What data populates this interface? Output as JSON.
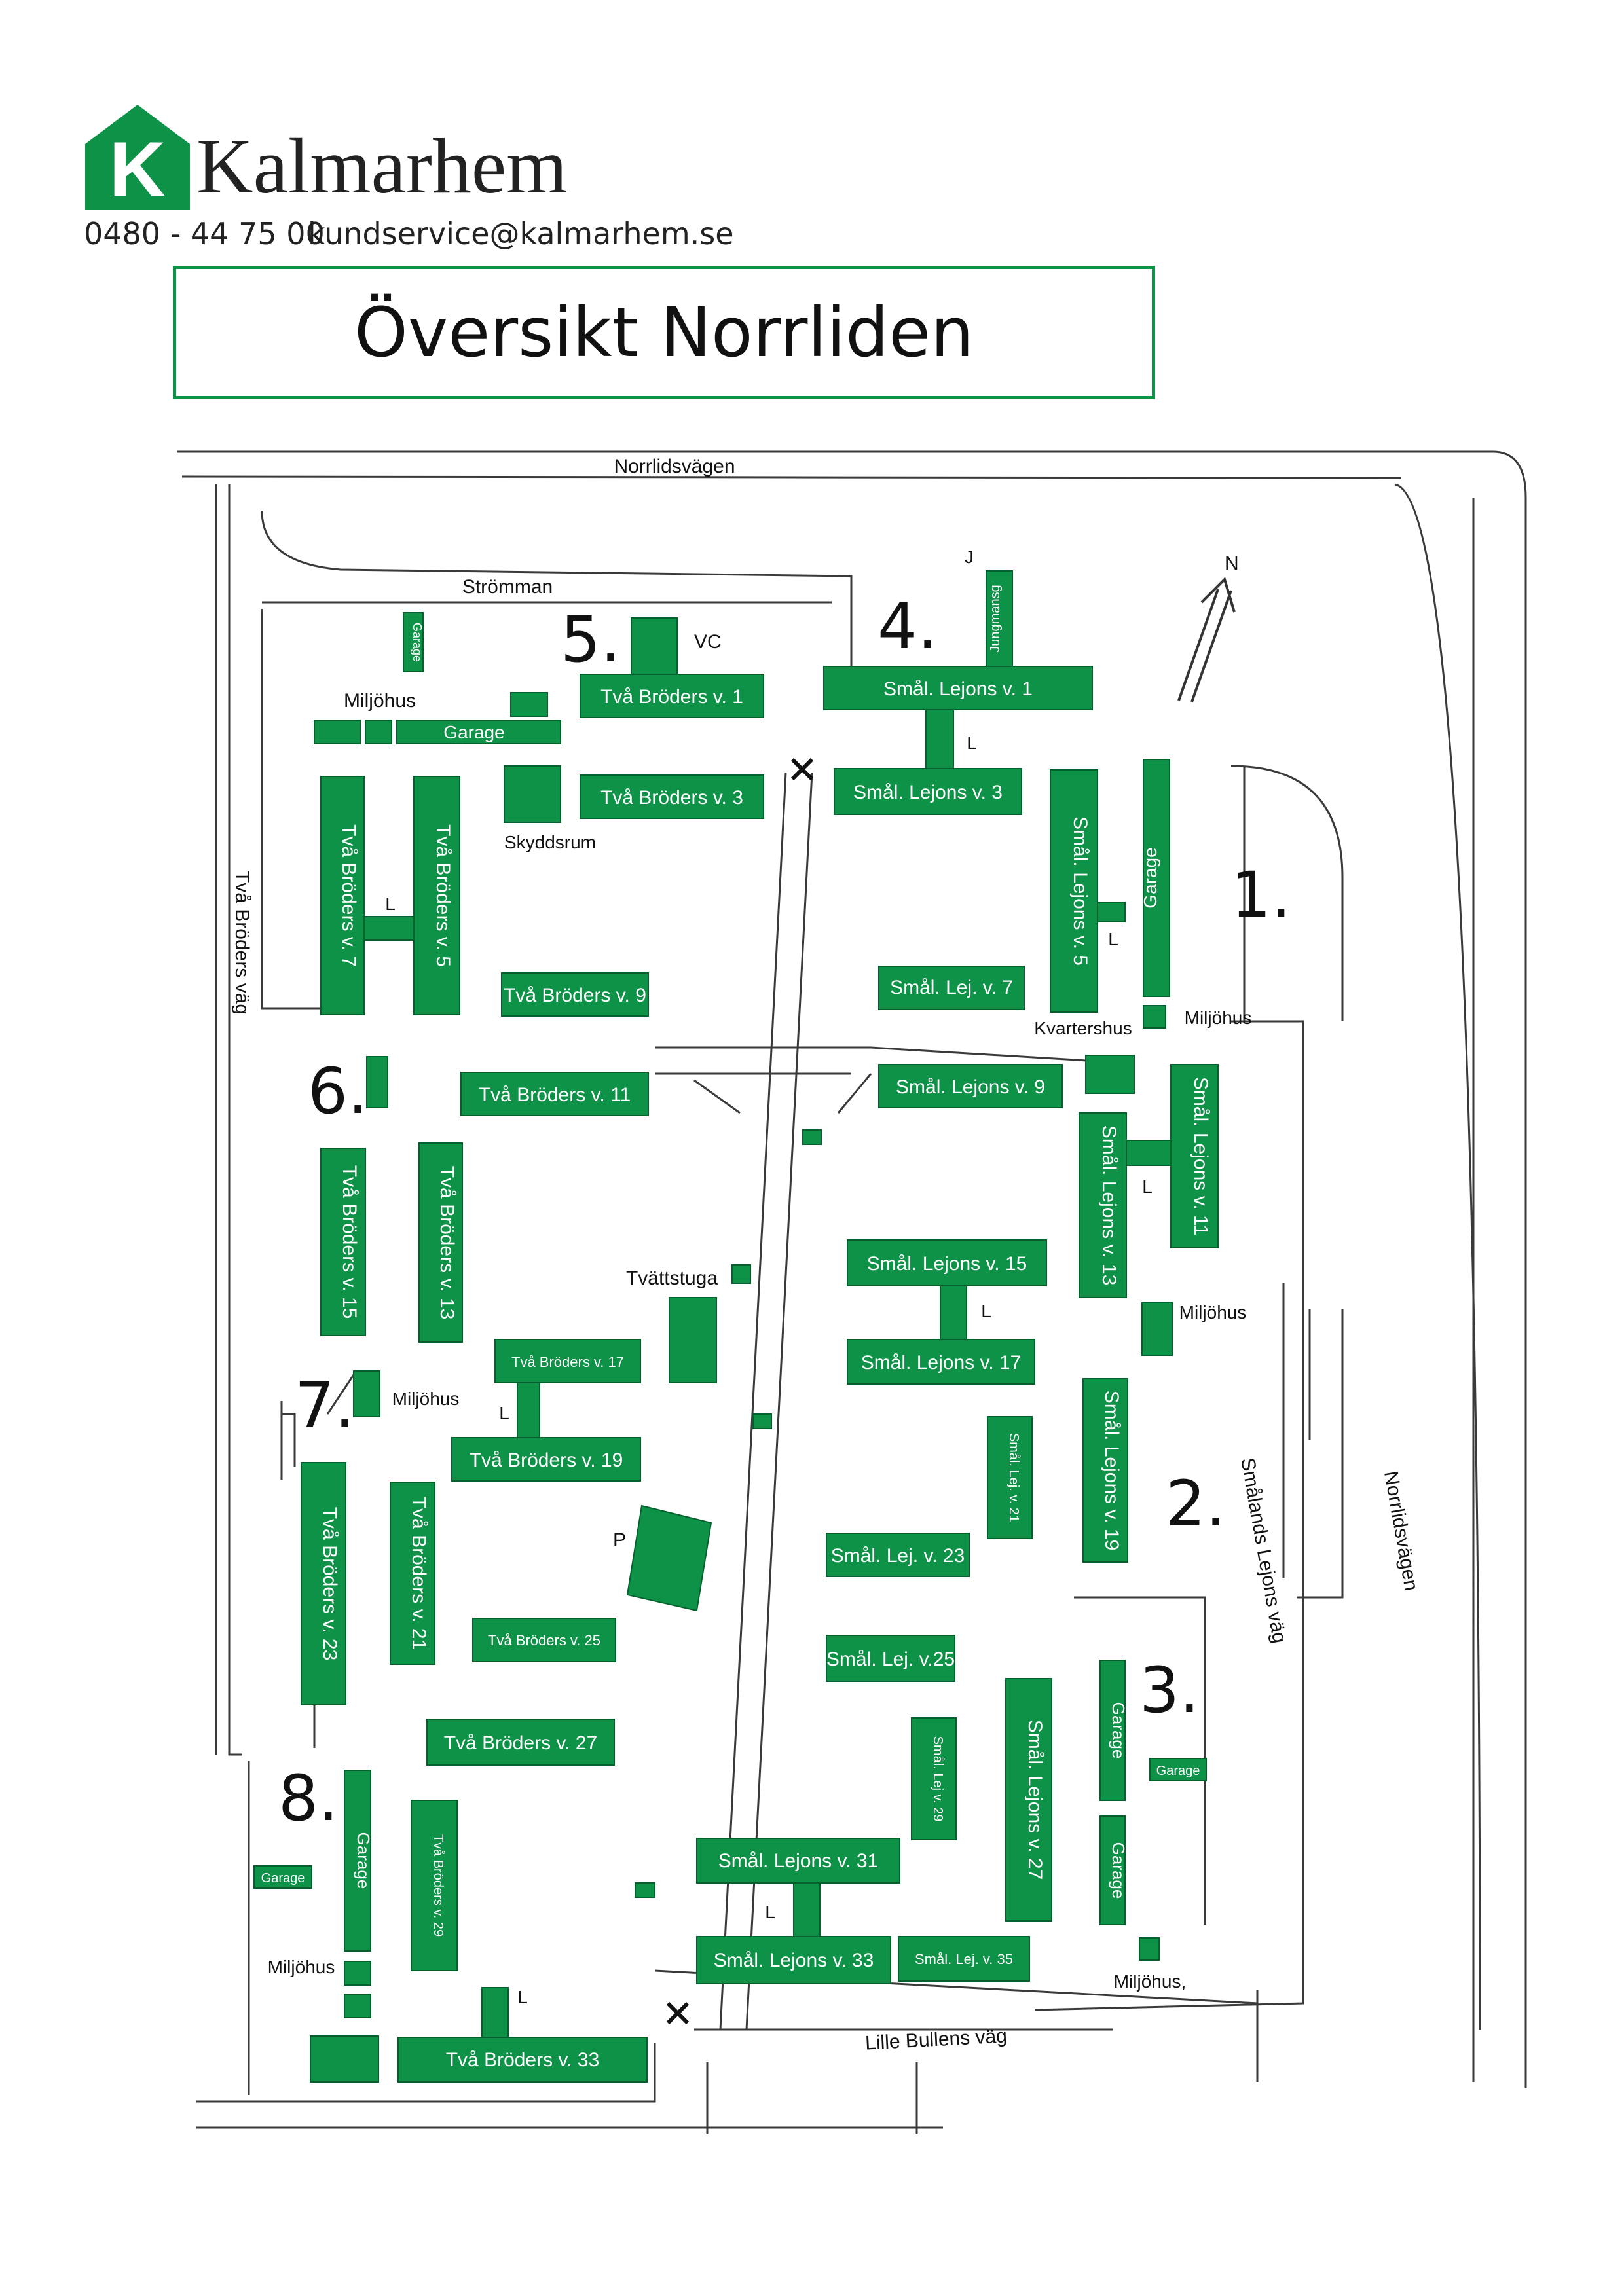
{
  "brand": {
    "name": "Kalmarhem",
    "logo_letter": "K",
    "phone": "0480 - 44 75 00",
    "email": "kundservice@kalmarhem.se",
    "color": "#0d9247"
  },
  "title": "Översikt Norrliden",
  "streets": {
    "norrlidsvagen_top": "Norrlidsvägen",
    "stromman": "Strömman",
    "tva_broders_vag": "Två Bröders väg",
    "smalands_lejons_vag": "Smålands Lejons väg",
    "norrlidsvagen_right": "Norrlidsvägen",
    "lille_bullens_vag": "Lille Bullens väg"
  },
  "compass": "N",
  "zones": [
    "1.",
    "2.",
    "3.",
    "4.",
    "5.",
    "6.",
    "7.",
    "8."
  ],
  "buildings": {
    "tb1": "Två Bröders v. 1",
    "tb3": "Två Bröders v. 3",
    "tb5": "Två Bröders v. 5",
    "tb7": "Två Bröders v. 7",
    "tb9": "Två Bröders v. 9",
    "tb11": "Två Bröders v. 11",
    "tb13": "Två Bröders v. 13",
    "tb15": "Två Bröders v. 15",
    "tb17": "Två Bröders v. 17",
    "tb19": "Två Bröders v. 19",
    "tb21": "Två Bröders v. 21",
    "tb23": "Två Bröders v. 23",
    "tb25": "Två Bröders v. 25",
    "tb27": "Två Bröders v. 27",
    "tb29": "Två Bröders v. 29",
    "tb33": "Två Bröders v. 33",
    "sl1": "Smål. Lejons v. 1",
    "sl3": "Smål. Lejons v. 3",
    "sl5": "Smål. Lejons v. 5",
    "sl7": "Smål. Lej. v. 7",
    "sl9": "Smål. Lejons v. 9",
    "sl11": "Smål. Lejons v. 11",
    "sl13": "Smål. Lejons v. 13",
    "sl15": "Smål. Lejons v. 15",
    "sl17": "Smål. Lejons v. 17",
    "sl19": "Smål. Lejons v. 19",
    "sl21": "Smål. Lej. v. 21",
    "sl23": "Smål. Lej. v. 23",
    "sl25": "Smål. Lej. v.25",
    "sl27": "Smål. Lejons v. 27",
    "sl29": "Smål. Lej v. 29",
    "sl31": "Smål. Lejons v. 31",
    "sl33": "Smål. Lejons v. 33",
    "sl35": "Smål. Lej. v. 35",
    "jungmansg": "Jungmansg"
  },
  "facilities": {
    "garage": "Garage",
    "miljohus": "Miljöhus",
    "miljohus_with_comma": "Miljöhus,",
    "skyddsrum": "Skyddsrum",
    "kvartershus": "Kvartershus",
    "tvattstuga": "Tvättstuga",
    "vc": "VC",
    "laundry_marker": "L",
    "j_marker": "J",
    "parking": "P"
  }
}
